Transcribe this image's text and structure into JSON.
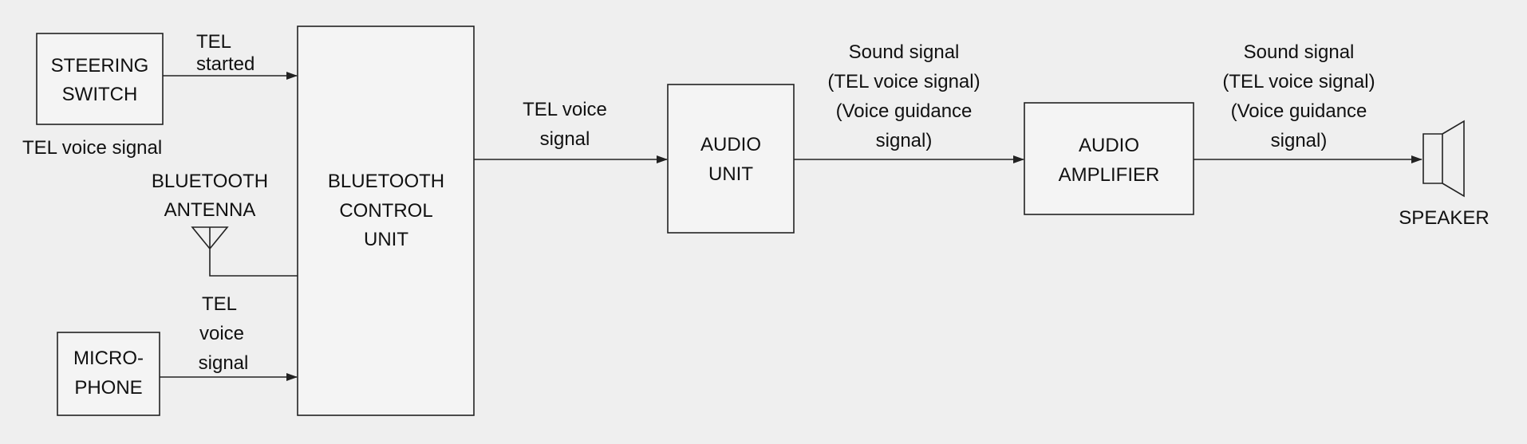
{
  "blocks": {
    "steering_switch": [
      "STEERING",
      "SWITCH"
    ],
    "microphone": [
      "MICRO-",
      "PHONE"
    ],
    "bluetooth_control_unit": [
      "BLUETOOTH",
      "CONTROL",
      "UNIT"
    ],
    "audio_unit": [
      "AUDIO",
      "UNIT"
    ],
    "audio_amplifier": [
      "AUDIO",
      "AMPLIFIER"
    ]
  },
  "components": {
    "bluetooth_antenna": [
      "BLUETOOTH",
      "ANTENNA"
    ],
    "speaker": "SPEAKER"
  },
  "signals": {
    "steering_to_bcu": [
      "TEL",
      "started"
    ],
    "steering_below": "TEL voice signal",
    "mic_to_bcu": [
      "TEL",
      "voice",
      "signal"
    ],
    "bcu_to_audio": [
      "TEL voice",
      "signal"
    ],
    "audio_to_amp": [
      "Sound signal",
      "(TEL voice signal)",
      "(Voice guidance",
      "signal)"
    ],
    "amp_to_speaker": [
      "Sound signal",
      "(TEL voice signal)",
      "(Voice guidance",
      "signal)"
    ]
  }
}
